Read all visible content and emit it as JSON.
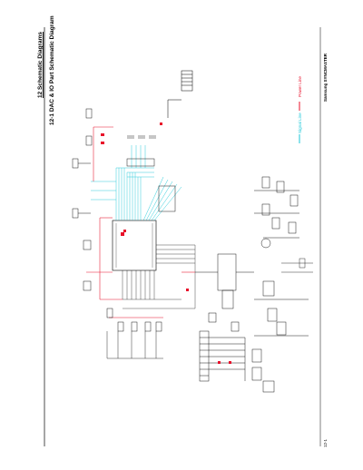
{
  "header": {
    "section_title": "12 Schematic Diagrams",
    "subsection_title": "12-1 DAC & IO Part Schematic Diagram"
  },
  "footer": {
    "page_number": "12-1",
    "brand": "Samsung SYNCMASTER"
  },
  "legend": {
    "power_label": "Power Line",
    "signal_label": "Signal Line",
    "power_color": "#e8102a",
    "signal_color": "#19c7d8"
  }
}
